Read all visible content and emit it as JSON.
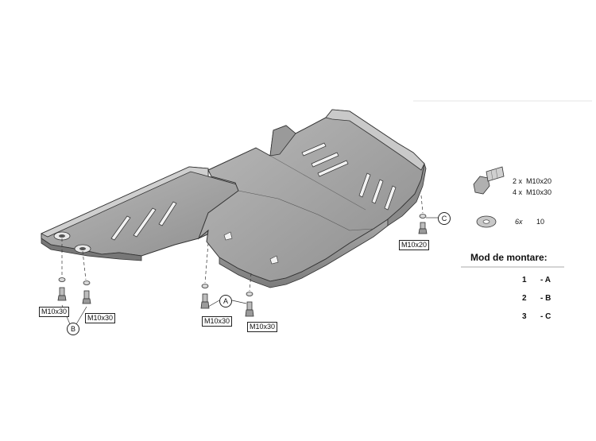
{
  "diagram": {
    "fasteners": {
      "bolt1": {
        "qty": "2 x",
        "size": "M10x20"
      },
      "bolt2": {
        "qty": "4 x",
        "size": "M10x30"
      },
      "washer": {
        "qty": "6x",
        "size": "10"
      }
    },
    "legend": {
      "title": "Mod de montare:",
      "rows": [
        {
          "num": "1",
          "letter": "- A"
        },
        {
          "num": "2",
          "letter": "- B"
        },
        {
          "num": "3",
          "letter": "- C"
        }
      ]
    },
    "callouts": {
      "bolt_left_1": "M10x30",
      "bolt_left_2": "M10x30",
      "bolt_mid_1": "M10x30",
      "bolt_mid_2": "M10x30",
      "bolt_right": "M10x20",
      "marker_a": "A",
      "marker_b": "B",
      "marker_c": "C"
    }
  }
}
